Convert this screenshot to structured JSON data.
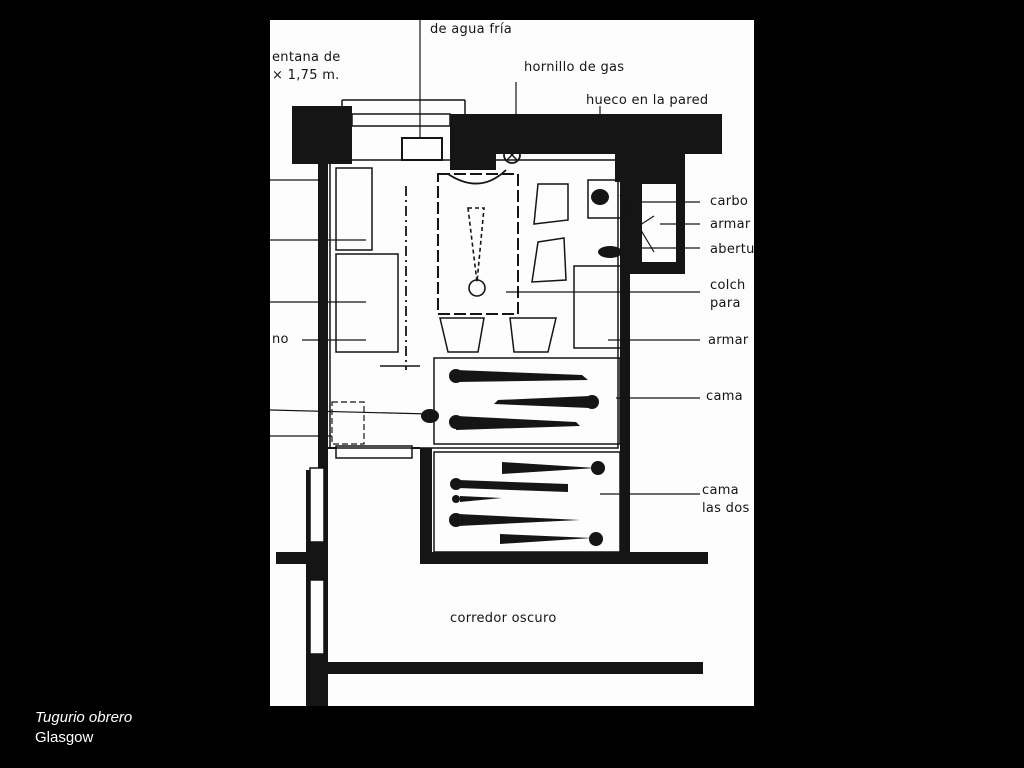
{
  "caption": {
    "title": "Tugurio obrero",
    "subtitle": "Glasgow"
  },
  "labels": {
    "agua_fria": "de agua fría",
    "ventana": "entana de",
    "ventana_medida": "× 1,75 m.",
    "hornillo": "hornillo de gas",
    "hueco": "hueco en la pared",
    "carbon": "carbo",
    "armario_1": "armar",
    "abertura": "abertu",
    "colchon": "colch",
    "colchon_2": "para",
    "armario_2": "armar",
    "no": "no",
    "cama_1": "cama",
    "cama_2": "cama",
    "cama_2b": "las dos",
    "corredor": "corredor oscuro"
  },
  "colors": {
    "ink": "#151515",
    "paper": "#fdfdfd",
    "background": "#000000",
    "caption": "#ffffff"
  }
}
